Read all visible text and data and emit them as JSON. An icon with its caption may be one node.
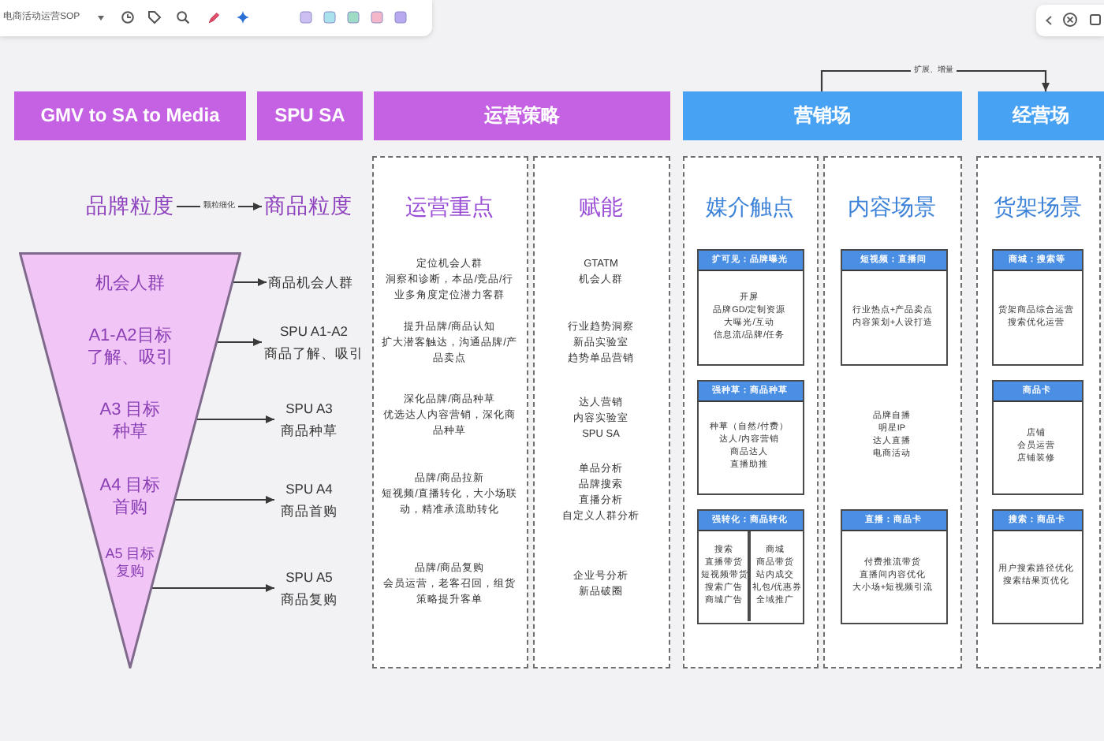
{
  "diagram": {
    "nodes": [
      {
        "text": [
          "GMV to SA to Media"
        ]
      },
      {
        "text": [
          "SPU SA"
        ]
      },
      {
        "text": [
          "运营策略"
        ]
      },
      {
        "text": [
          "营销场"
        ]
      },
      {
        "text": [
          "经营场"
        ]
      },
      {
        "text": [
          "品牌粒度"
        ]
      },
      {
        "text": [
          "商品粒度"
        ]
      },
      {
        "text": [
          "机会人群",
          "A1-A2目标了解、吸引",
          "A3 目标种草",
          "A4 目标首购",
          "A5 目标复购"
        ]
      },
      {
        "text": [
          "商品机会人群"
        ]
      },
      {
        "text": [
          "SPU A1-A2",
          "商品了解、吸引"
        ]
      },
      {
        "text": [
          "SPU A3",
          "商品种草"
        ]
      },
      {
        "text": [
          "SPU A4",
          "商品首购"
        ]
      },
      {
        "text": [
          "SPU A5",
          "商品复购"
        ]
      },
      {
        "text": [
          "运营重点",
          "定位机会人群",
          "洞察和诊断，本品/竞品/行业多角度定位潜力客群",
          "提升品牌/商品认知",
          "扩大潜客触达，沟通品牌/产品卖点",
          "深化品牌/商品种草",
          "优选达人内容营销，深化商品种草",
          "品牌/商品拉新",
          "短视频/直播转化，大小场联动，精准承流助转化",
          "品牌/商品复购",
          "会员运营，老客召回，组货策略提升客单"
        ]
      },
      {
        "text": [
          "赋能",
          "GTATM",
          "机会人群",
          "行业趋势洞察",
          "新品实验室",
          "趋势单品营销",
          "达人营销",
          "内容实验室",
          "SPU SA",
          "单品分析",
          "品牌搜索",
          "直播分析",
          "自定义人群分析",
          "企业号分析",
          "新品破圈"
        ]
      },
      {
        "text": [
          "媒介触点"
        ]
      },
      {
        "text": [
          "扩可见：品牌曝光",
          "开屏",
          "品牌GD/定制资源",
          "大曝光/互动",
          "信息流/品牌/任务"
        ],
        "in": 15
      },
      {
        "text": [
          "强种草：商品种草",
          "种草（自然/付费）",
          "达人/内容营销",
          "商品达人",
          "直播助推"
        ],
        "in": 15
      },
      {
        "text": [
          "强转化：商品转化",
          "搜索",
          "直播带货",
          "短视频带货",
          "搜索广告",
          "商城广告",
          "商城",
          "商品带货",
          "站内成交",
          "礼包/优惠券",
          "全域推广"
        ],
        "in": 15
      },
      {
        "text": [
          "内容场景",
          "品牌自播",
          "明星IP",
          "达人直播",
          "电商活动"
        ]
      },
      {
        "text": [
          "短视频：直播间",
          "行业热点+产品卖点",
          "内容策划+人设打造"
        ],
        "in": 19
      },
      {
        "text": [
          "直播：商品卡",
          "付费推流带货",
          "直播间内容优化",
          "大小场+短视频引流"
        ],
        "in": 19
      },
      {
        "text": [
          "货架场景"
        ]
      },
      {
        "text": [
          "商城：搜索等",
          "货架商品综合运营",
          "搜索优化运营"
        ],
        "in": 22
      },
      {
        "text": [
          "商品卡",
          "店铺",
          "会员运营",
          "店铺装修"
        ],
        "in": 22
      },
      {
        "text": [
          "搜索：商品卡",
          "用户搜索路径优化",
          "搜索结果页优化"
        ],
        "in": 22
      }
    ],
    "edges": [
      {
        "from": 3,
        "to": 4,
        "arrow": "to",
        "label": "扩展、增量"
      },
      {
        "from": 5,
        "to": 6,
        "arrow": "to",
        "label": "颗粒细化"
      },
      {
        "from": 7,
        "to": 8,
        "arrow": "to"
      },
      {
        "from": 7,
        "to": 9,
        "arrow": "to"
      },
      {
        "from": 7,
        "to": 10,
        "arrow": "to"
      },
      {
        "from": 7,
        "to": 11,
        "arrow": "to"
      },
      {
        "from": 7,
        "to": 12,
        "arrow": "to"
      }
    ],
    "labels": [
      "电商活动运营SOP"
    ]
  }
}
